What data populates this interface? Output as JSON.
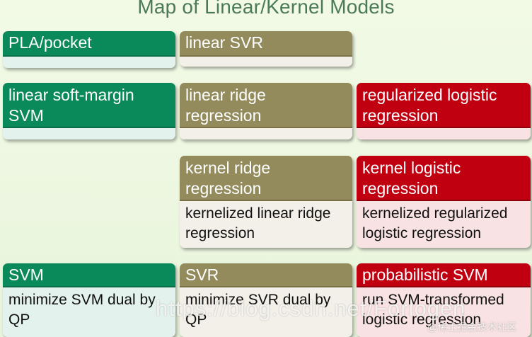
{
  "title": "Map of Linear/Kernel Models",
  "cards": {
    "pla": {
      "head": "PLA/pocket",
      "body": ""
    },
    "linear_svr": {
      "head": "linear SVR",
      "body": ""
    },
    "soft_svm": {
      "head": "linear soft-margin\nSVM",
      "body": ""
    },
    "ridge": {
      "head": "linear ridge\nregression",
      "body": ""
    },
    "logreg": {
      "head": "regularized logistic\nregression",
      "body": ""
    },
    "kernel_ridge": {
      "head": "kernel ridge\nregression",
      "body": "kernelized linear ridge\nregression"
    },
    "kernel_logistic": {
      "head": "kernel logistic\nregression",
      "body": "kernelized regularized\nlogistic regression"
    },
    "svm": {
      "head": "SVM",
      "body": "minimize SVM dual by\nQP"
    },
    "svr": {
      "head": "SVR",
      "body": "minimize SVR dual by\nQP"
    },
    "prob_svm": {
      "head": "probabilistic SVM",
      "body": "run SVM-transformed\nlogistic regression"
    }
  },
  "watermark": "https://blog.csdn.net/Forlogen",
  "watermark_source": "@稀土掘金技术社区"
}
